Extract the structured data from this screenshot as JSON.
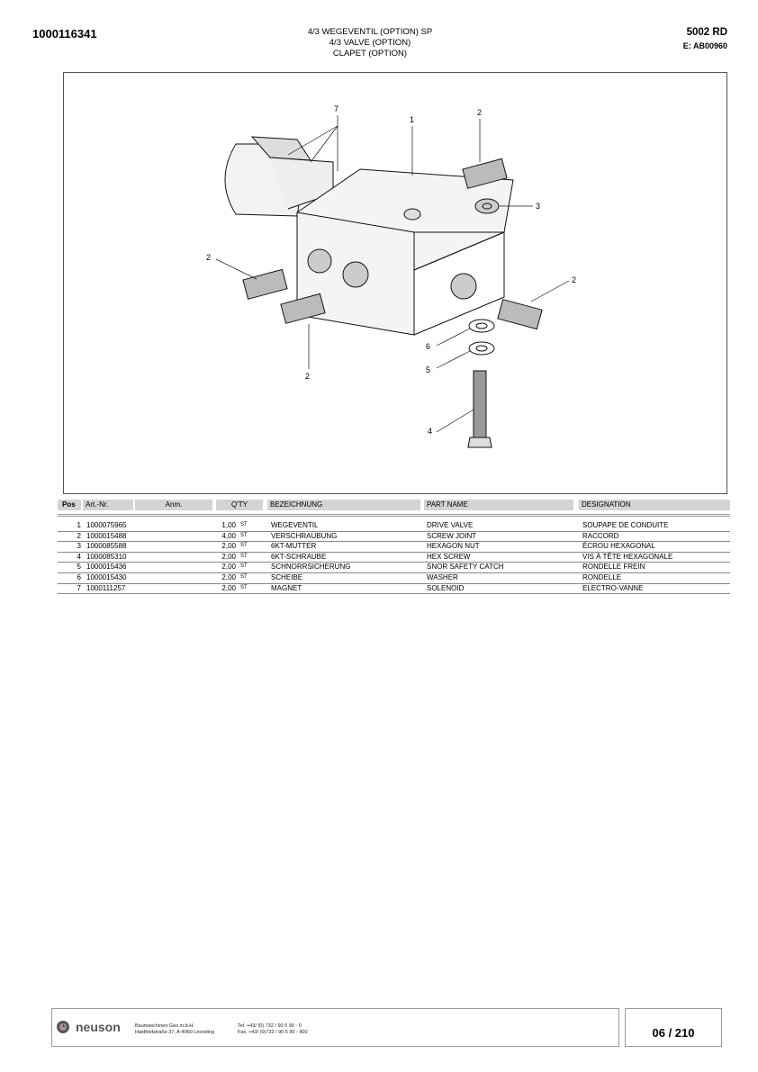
{
  "header": {
    "doc_number": "1000116341",
    "title_lines": [
      "4/3 WEGEVENTIL (OPTION) SP",
      "4/3 VALVE (OPTION)",
      "CLAPET (OPTION)"
    ],
    "model": "5002 RD",
    "edition": "E: AB00960"
  },
  "drawing": {
    "callouts": [
      "7",
      "1",
      "2",
      "3",
      "2",
      "2",
      "6",
      "5",
      "2",
      "4"
    ]
  },
  "table": {
    "headers": [
      "Pos",
      "Art.-Nr.",
      "Anm.",
      "Q'TY",
      "BEZEICHNUNG",
      "PART NAME",
      "DESIGNATION"
    ],
    "rows": [
      {
        "pos": "1",
        "art": "1000075965",
        "qty": "1,00",
        "unit": "ST",
        "bez": "WEGEVENTIL",
        "part": "DRIVE VALVE",
        "des": "SOUPAPE DE CONDUITE"
      },
      {
        "pos": "2",
        "art": "1000015488",
        "qty": "4,00",
        "unit": "ST",
        "bez": "VERSCHRAUBUNG",
        "part": "SCREW JOINT",
        "des": "RACCORD"
      },
      {
        "pos": "3",
        "art": "1000085588",
        "qty": "2,00",
        "unit": "ST",
        "bez": "6KT-MUTTER",
        "part": "HEXAGON NUT",
        "des": "ÉCROU HEXAGONAL"
      },
      {
        "pos": "4",
        "art": "1000085310",
        "qty": "2,00",
        "unit": "ST",
        "bez": "6KT-SCHRAUBE",
        "part": "HEX SCREW",
        "des": "VIS À TÊTE HEXAGONALE"
      },
      {
        "pos": "5",
        "art": "1000015436",
        "qty": "2,00",
        "unit": "ST",
        "bez": "SCHNORRSICHERUNG",
        "part": "SNOR SAFETY CATCH",
        "des": "RONDELLE FREIN"
      },
      {
        "pos": "6",
        "art": "1000015430",
        "qty": "2,00",
        "unit": "ST",
        "bez": "SCHEIBE",
        "part": "WASHER",
        "des": "RONDELLE"
      },
      {
        "pos": "7",
        "art": "1000111257",
        "qty": "2,00",
        "unit": "ST",
        "bez": "MAGNET",
        "part": "SOLENOID",
        "des": "ELECTRO-VANNE"
      }
    ]
  },
  "footer": {
    "brand": "neuson",
    "company": "Baumaschinen Ges.m.b.H.",
    "address": "Haidfeldstraße 37, A-4060 Leonding",
    "tel": "Tel. +43/ (0) 732 / 90 5 90 - 0",
    "fax": "Fax. +43/ (0)732 / 90 5 90 - 900",
    "page": "06 / 210"
  }
}
